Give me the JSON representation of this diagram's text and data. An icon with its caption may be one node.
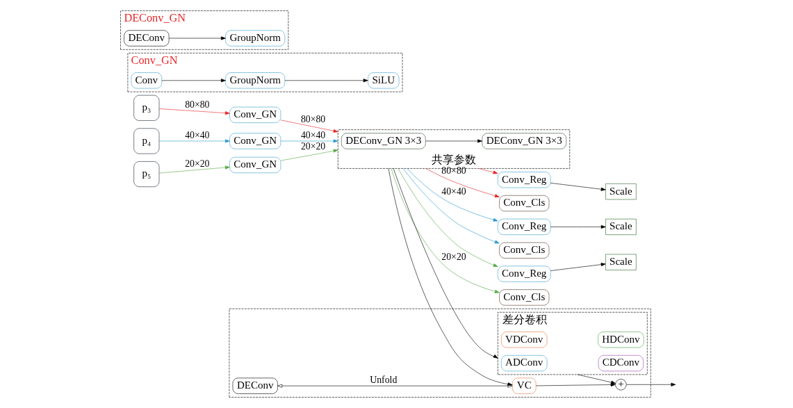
{
  "diagram": {
    "nodes": [
      {
        "text": [
          "p₃"
        ]
      },
      {
        "text": [
          "p₄"
        ]
      },
      {
        "text": [
          "p₅"
        ]
      },
      {
        "text": [
          "Conv_GN"
        ]
      },
      {
        "text": [
          "Conv_GN"
        ]
      },
      {
        "text": [
          "Conv_GN"
        ]
      },
      {
        "text": [
          "共享参数"
        ]
      },
      {
        "text": [
          "DEConv_GN 3×3"
        ],
        "in": 6
      },
      {
        "text": [
          "DEConv_GN 3×3"
        ],
        "in": 6
      },
      {
        "text": [
          "Conv_Reg"
        ]
      },
      {
        "text": [
          "Conv_Cls"
        ]
      },
      {
        "text": [
          "Scale"
        ]
      },
      {
        "text": [
          "Conv_Reg"
        ]
      },
      {
        "text": [
          "Conv_Cls"
        ]
      },
      {
        "text": [
          "Scale"
        ]
      },
      {
        "text": [
          "Conv_Reg"
        ]
      },
      {
        "text": [
          "Conv_Cls"
        ]
      },
      {
        "text": [
          "Scale"
        ]
      },
      {
        "text": [],
        "shape": "box"
      },
      {
        "text": [
          "DEConv"
        ],
        "in": 18
      },
      {
        "text": [
          "VC"
        ],
        "in": 18
      },
      {
        "text": [
          "差分卷积"
        ],
        "in": 18
      },
      {
        "text": [
          "ADConv"
        ],
        "in": 21
      },
      {
        "text": [
          "CDConv"
        ],
        "in": 21
      },
      {
        "text": [
          "VDConv"
        ],
        "in": 21
      },
      {
        "text": [
          "HDConv"
        ],
        "in": 21
      },
      {
        "text": [
          "+"
        ],
        "in": 18
      },
      {
        "text": [
          "Conv_GN"
        ]
      },
      {
        "text": [
          "Conv"
        ],
        "in": 27
      },
      {
        "text": [
          "GroupNorm"
        ],
        "in": 27
      },
      {
        "text": [
          "SiLU"
        ],
        "in": 27
      },
      {
        "text": [
          "DEConv_GN"
        ]
      },
      {
        "text": [
          "DEConv"
        ],
        "in": 31
      },
      {
        "text": [
          "GroupNorm"
        ],
        "in": 31
      }
    ],
    "edges": [
      {
        "from": 0,
        "to": 3,
        "arrow": "to",
        "label": "80×80",
        "color": "#e8262a"
      },
      {
        "from": 3,
        "to": 6,
        "arrow": "to",
        "label": "80×80",
        "color": "#e8262a"
      },
      {
        "from": 1,
        "to": 4,
        "arrow": "to",
        "label": "40×40",
        "color": "#2e9ad0"
      },
      {
        "from": 4,
        "to": 6,
        "arrow": "to",
        "label": "40×40",
        "color": "#2e9ad0"
      },
      {
        "from": 2,
        "to": 5,
        "arrow": "to",
        "label": "20×20",
        "color": "#58a845"
      },
      {
        "from": 5,
        "to": 6,
        "arrow": "to",
        "label": "20×20",
        "color": "#58a845"
      },
      {
        "from": 7,
        "to": 8,
        "arrow": "to"
      },
      {
        "from": 6,
        "to": 9,
        "arrow": "to",
        "color": "#e8262a"
      },
      {
        "from": 6,
        "to": 10,
        "arrow": "to",
        "label": "80×80",
        "color": "#e8262a"
      },
      {
        "from": 9,
        "to": 11,
        "arrow": "to"
      },
      {
        "from": 6,
        "to": 12,
        "arrow": "to",
        "label": "40×40",
        "color": "#2e9ad0"
      },
      {
        "from": 6,
        "to": 13,
        "arrow": "to",
        "color": "#2e9ad0"
      },
      {
        "from": 12,
        "to": 14,
        "arrow": "to"
      },
      {
        "from": 6,
        "to": 15,
        "arrow": "to",
        "color": "#58a845"
      },
      {
        "from": 6,
        "to": 16,
        "arrow": "to",
        "label": "20×20",
        "color": "#58a845"
      },
      {
        "from": 15,
        "to": 17,
        "arrow": "to"
      },
      {
        "from": 6,
        "to": 20,
        "arrow": "to"
      },
      {
        "from": 6,
        "to": 21,
        "arrow": "to"
      },
      {
        "from": 19,
        "to": 20,
        "arrow": "both",
        "label": "Unfold"
      },
      {
        "from": 20,
        "to": 26,
        "arrow": "to"
      },
      {
        "from": 21,
        "to": 26,
        "arrow": "to"
      },
      {
        "from": 26,
        "to": null,
        "arrow": "to"
      },
      {
        "from": 28,
        "to": 29,
        "arrow": "to"
      },
      {
        "from": 29,
        "to": 30,
        "arrow": "to"
      },
      {
        "from": 32,
        "to": 33,
        "arrow": "to"
      }
    ]
  }
}
